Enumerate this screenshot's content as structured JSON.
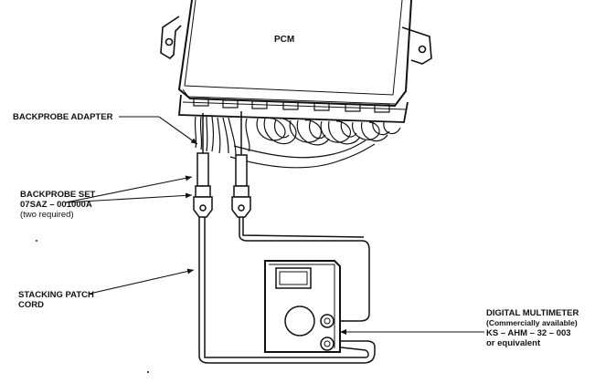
{
  "diagram": {
    "pcm_label": "PCM",
    "backprobe_adapter": "BACKPROBE ADAPTER",
    "backprobe_set": [
      "BACKPROBE SET",
      "07SAZ – 001000A",
      "(two required)"
    ],
    "stacking_patch_cord": [
      "STACKING PATCH",
      "CORD"
    ],
    "digital_multimeter": [
      "DIGITAL MULTIMETER",
      "(Commercially available)",
      "KS – AHM – 32 – 003",
      "or equivalent"
    ]
  }
}
